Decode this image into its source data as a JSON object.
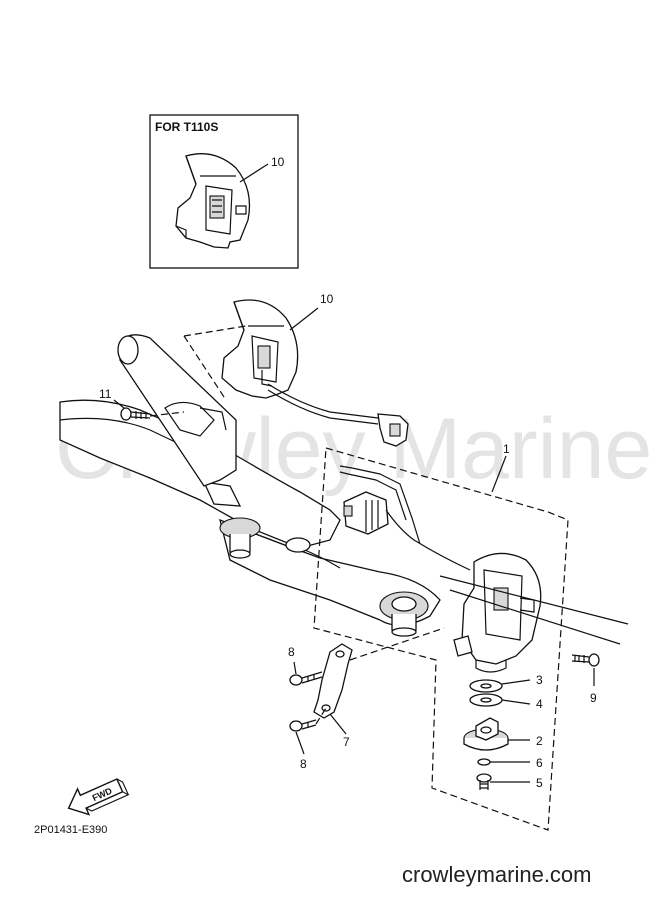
{
  "inset": {
    "title": "FOR T110S"
  },
  "watermark": "Crowley Marine",
  "diagram_code": "2P01431-E390",
  "footer_site": "crowleymarine.com",
  "fwd_label": "FWD",
  "callouts": {
    "c1": "1",
    "c2": "2",
    "c3": "3",
    "c4": "4",
    "c5": "5",
    "c6": "6",
    "c7": "7",
    "c8a": "8",
    "c8b": "8",
    "c9": "9",
    "c10a": "10",
    "c10b": "10",
    "c11": "11"
  }
}
